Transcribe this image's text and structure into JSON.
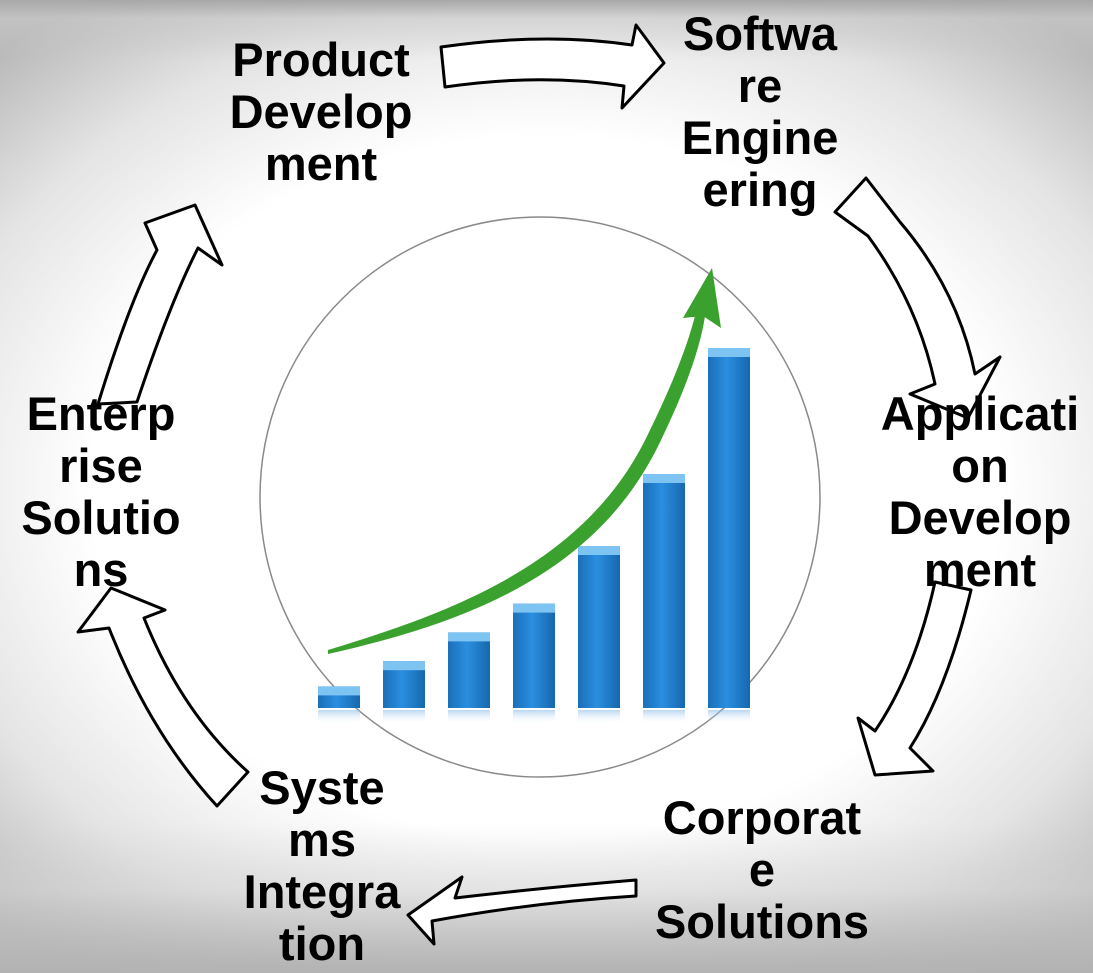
{
  "colors": {
    "bar": "#1f80cc",
    "bar_highlight": "#7ec4f3",
    "trend_arrow": "#3aa02e",
    "circle_border": "#8a8a8a",
    "arrow_fill": "#ffffff",
    "arrow_stroke": "#000000"
  },
  "center_graphic": {
    "icon": "growth-bar-chart-icon",
    "bar_levels": [
      0.06,
      0.13,
      0.21,
      0.29,
      0.45,
      0.65,
      1.0
    ]
  },
  "nodes": [
    {
      "id": "product-development",
      "lines": [
        "Product",
        "Develop",
        "ment"
      ]
    },
    {
      "id": "software-engineering",
      "lines": [
        "Softwa",
        "re",
        "Engine",
        "ering"
      ]
    },
    {
      "id": "application-development",
      "lines": [
        "Applicati",
        "on",
        "Develop",
        "ment"
      ]
    },
    {
      "id": "corporate-solutions",
      "lines": [
        "Corporat",
        "e",
        "Solutions"
      ]
    },
    {
      "id": "systems-integration",
      "lines": [
        "Syste",
        "ms",
        "Integra",
        "tion"
      ]
    },
    {
      "id": "enterprise-solutions",
      "lines": [
        "Enterp",
        "rise",
        "Solutio",
        "ns"
      ]
    }
  ],
  "arrows": [
    {
      "from": "product-development",
      "to": "software-engineering"
    },
    {
      "from": "software-engineering",
      "to": "application-development"
    },
    {
      "from": "application-development",
      "to": "corporate-solutions"
    },
    {
      "from": "corporate-solutions",
      "to": "systems-integration"
    },
    {
      "from": "systems-integration",
      "to": "enterprise-solutions"
    },
    {
      "from": "enterprise-solutions",
      "to": "product-development"
    }
  ]
}
